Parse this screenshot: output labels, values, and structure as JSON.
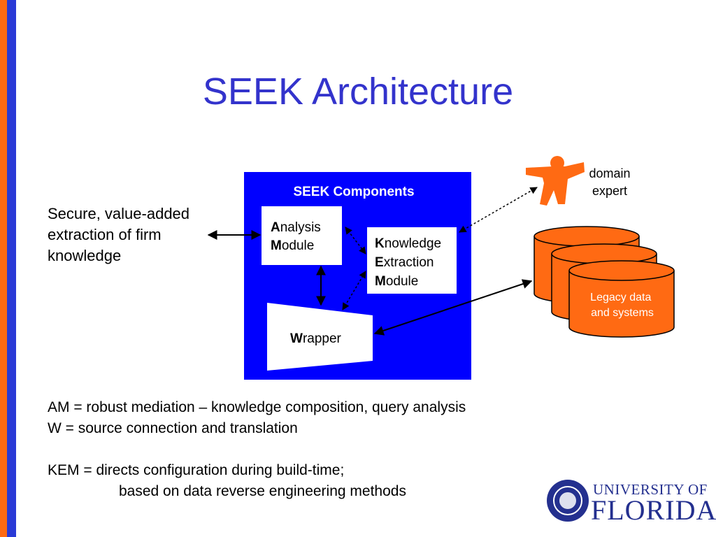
{
  "slide": {
    "title": "SEEK Architecture",
    "left_text": [
      "Secure, value-added",
      "extraction of firm",
      "knowledge"
    ],
    "notes": {
      "line1": "AM = robust mediation – knowledge composition, query analysis",
      "line2": "W = source connection and translation",
      "line3": "KEM = directs configuration during build-time;",
      "line4": "based on data reverse engineering methods"
    },
    "colors": {
      "orange": "#ff6a13",
      "blue_bar": "#2a3ad6",
      "title": "#3333cc",
      "components_bg": "#0000ff"
    }
  },
  "diagram": {
    "components_title": "SEEK Components",
    "am": {
      "l1_bold": "A",
      "l1_rest": "nalysis",
      "l2_bold": "M",
      "l2_rest": "odule"
    },
    "kem": {
      "l1_bold": "K",
      "l1_rest": "nowledge",
      "l2_bold": "E",
      "l2_rest": "xtraction",
      "l3_bold": "M",
      "l3_rest": "odule"
    },
    "wrapper": {
      "bold": "W",
      "rest": "rapper"
    },
    "expert": [
      "domain",
      "expert"
    ],
    "legacy": [
      "Legacy data",
      "and systems"
    ],
    "expert_icon": "person-icon",
    "legacy_icon": "database-stack-icon"
  },
  "logo": {
    "line1": "UNIVERSITY OF",
    "line2": "FLORIDA"
  }
}
